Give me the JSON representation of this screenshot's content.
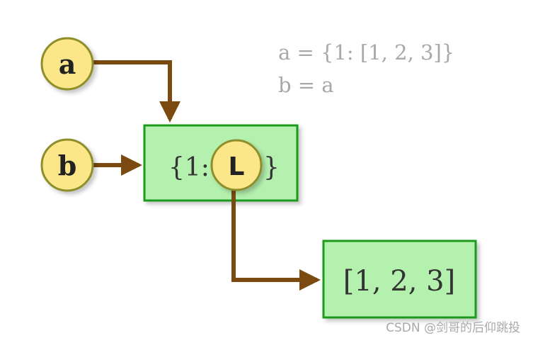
{
  "code": {
    "line1": "a = {1: [1, 2, 3]}",
    "line2": "b = a"
  },
  "nodes": {
    "var_a": "a",
    "var_b": "b",
    "dict_open": "{1:",
    "dict_ref": "L",
    "dict_close": "}",
    "list": "[1, 2, 3]"
  },
  "watermark": "CSDN @剑哥的后仰跳投",
  "colors": {
    "variable_fill": "#fbe68a",
    "variable_stroke": "#8e8e2a",
    "object_fill": "#b4f0ae",
    "object_stroke": "#1b9a1b",
    "arrow": "#7a4a10",
    "code_text": "#a8a8a8"
  }
}
